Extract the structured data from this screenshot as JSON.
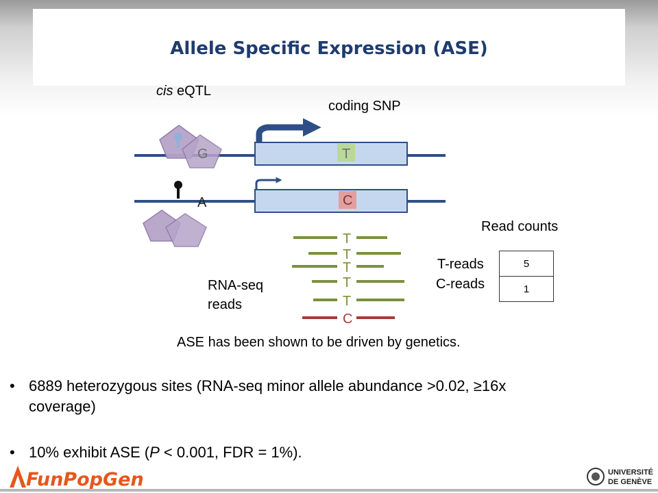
{
  "title": "Allele Specific Expression (ASE)",
  "labels": {
    "cis_eqtl_italic": "cis",
    "cis_eqtl_rest": " eQTL",
    "coding_snp": "coding SNP",
    "allele_g": "G",
    "allele_a": "A",
    "snp_t": "T",
    "snp_c": "C",
    "rnaseq_line1": "RNA-seq",
    "rnaseq_line2": "reads",
    "read_counts": "Read counts",
    "t_reads": "T-reads",
    "c_reads": "C-reads",
    "caption": "ASE has been shown to be driven by genetics."
  },
  "read_letters": [
    "T",
    "T",
    "T",
    "T",
    "T",
    "C"
  ],
  "counts": {
    "t": "5",
    "c": "1"
  },
  "bullets": {
    "b1_line1": "6889 heterozygous sites (RNA-seq minor allele abundance >0.02, ≥16x",
    "b1_line2": "coverage)",
    "b2_pre": "10% exhibit ASE (",
    "b2_italic": "P",
    "b2_post": " < 0.001, FDR = 1%)."
  },
  "logos": {
    "funpopgen": "FunPopGen",
    "univ_line1": "UNIVERSITÉ",
    "univ_line2": "DE GENÈVE"
  },
  "colors": {
    "title": "#1f3c6e",
    "gene_box": "#c5d7ef",
    "gene_border": "#2e4e86",
    "read_green": "#7a913a",
    "read_red": "#a83a3a",
    "pentagon": "#b7a4c9",
    "snp_t_bg": "#b9d89a",
    "snp_c_bg": "#e0a0a0"
  }
}
